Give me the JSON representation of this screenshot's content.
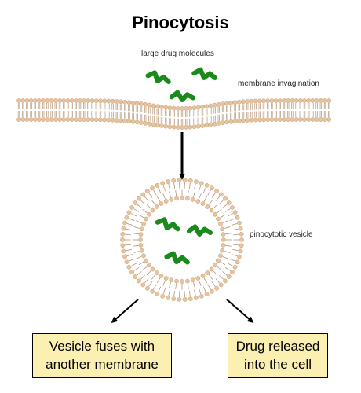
{
  "diagram": {
    "title": "Pinocytosis",
    "labels": {
      "molecules": "large drug molecules",
      "invagination": "membrane invagination",
      "vesicle": "pinocytotic vesicle"
    },
    "outcomes": {
      "fuse_line1": "Vesicle fuses with",
      "fuse_line2": "another membrane",
      "release_line1": "Drug released",
      "release_line2": "into the cell"
    },
    "colors": {
      "lipid_head": "#e6c49f",
      "lipid_head_stroke": "#c49b72",
      "lipid_tail": "#b59478",
      "drug_molecule": "#1a8a1a",
      "outcome_box": "#fbf0b2"
    },
    "icons": {
      "molecule": "drug-molecule-icon",
      "arrow": "arrow-icon"
    }
  }
}
